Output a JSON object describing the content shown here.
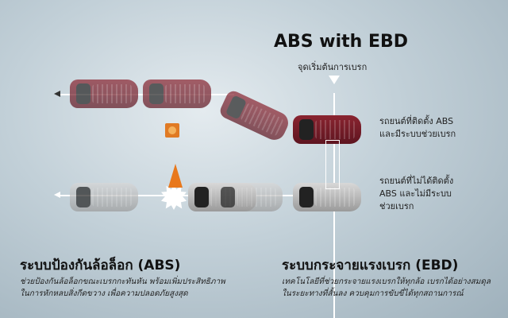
{
  "header": {
    "title": "ABS with EBD",
    "brake_start_label": "จุดเริ่มต้นการเบรก"
  },
  "legend": {
    "with_abs": [
      "รถยนต์ที่ติดตั้ง ABS",
      "และมีระบบช่วยเบรก"
    ],
    "without_abs": [
      "รถยนต์ที่ไม่ได้ติดตั้ง",
      "ABS และไม่มีระบบ",
      "ช่วยเบรก"
    ]
  },
  "sections": [
    {
      "title": "ระบบป้องกันล้อล็อก (ABS)",
      "lines": [
        "ช่วยป้องกันล้อล็อกขณะเบรกกะทันหัน พร้อมเพิ่มประสิทธิภาพ",
        "ในการหักหลบสิ่งกีดขวาง เพื่อความปลอดภัยสูงสุด"
      ]
    },
    {
      "title": "ระบบกระจายแรงเบรก (EBD)",
      "lines": [
        "เทคโนโลยีที่ช่วยกระจายแรงเบรกให้ทุกล้อ เบรกได้อย่างสมดุล",
        "ในระยะทางที่สั้นลง ควบคุมการขับขี่ได้ทุกสถานการณ์"
      ]
    }
  ],
  "colors": {
    "abs_car": "#7a1e2a",
    "non_abs_car": "#b5b5b5",
    "obstacle": "#e8781c"
  }
}
